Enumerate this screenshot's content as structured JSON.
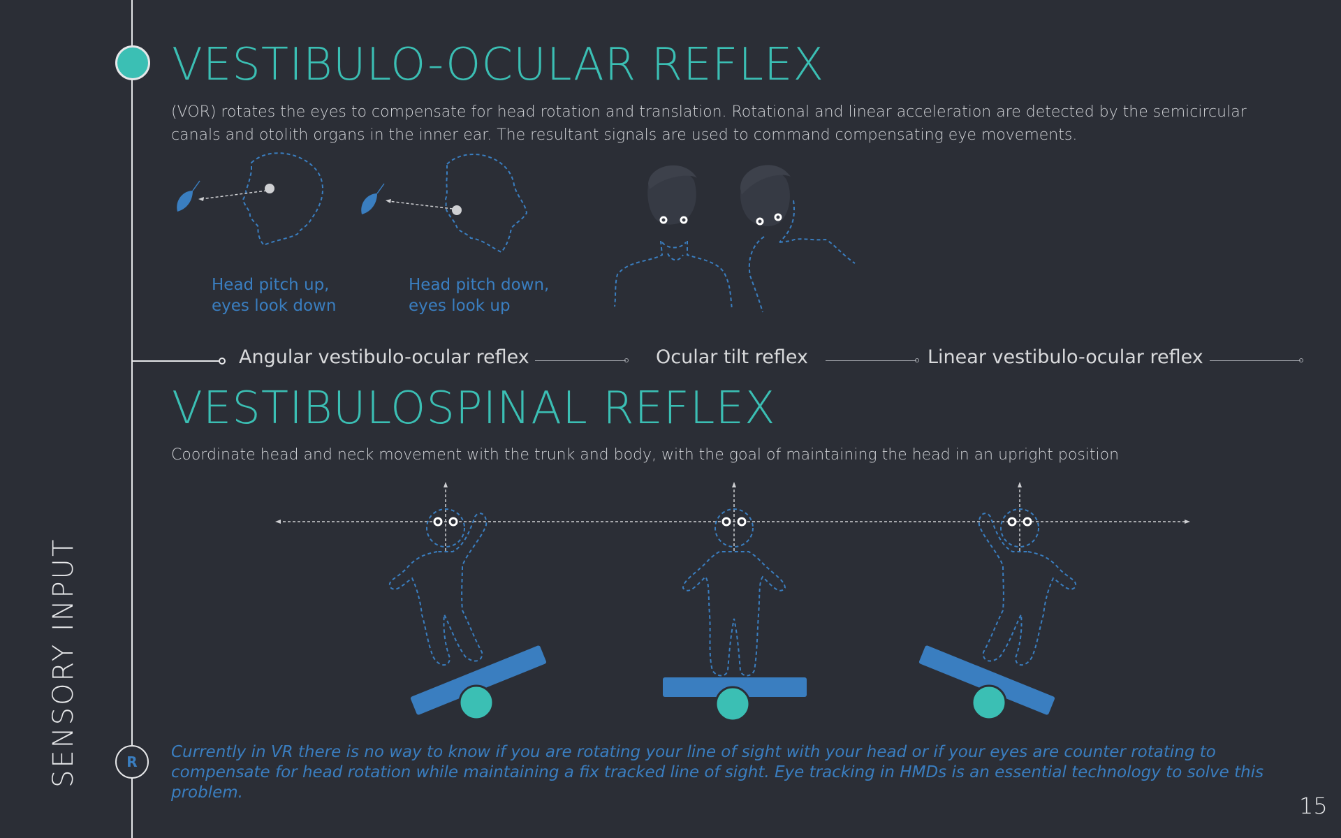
{
  "section_label": "SENSORY INPUT",
  "page_number": "15",
  "vor": {
    "title": "VESTIBULO-OCULAR REFLEX",
    "description": "(VOR) rotates the eyes to compensate for head rotation and translation. Rotational and linear acceleration are detected by the semicircular canals and otolith organs in the inner ear. The resultant signals are used to command compensating eye movements.",
    "captions": [
      {
        "line1": "Head pitch up,",
        "line2": "eyes look down"
      },
      {
        "line1": "Head pitch down,",
        "line2": "eyes look up"
      }
    ]
  },
  "reflex_types": [
    "Angular vestibulo-ocular reflex",
    "Ocular tilt reflex",
    "Linear vestibulo-ocular reflex"
  ],
  "vsr": {
    "title": "VESTIBULOSPINAL REFLEX",
    "description": "Coordinate head and neck movement with the trunk and body, with the goal of maintaining the head in an upright position"
  },
  "note_marker": "R",
  "note": "Currently in VR there is no way to know if you are rotating your line of sight with your head or if your eyes are counter rotating to compensate for head rotation while maintaining a fix tracked line of sight. Eye tracking in HMDs is an essential technology to solve this problem.",
  "colors": {
    "background": "#2b2e36",
    "accent_teal": "#3bbfb4",
    "accent_blue": "#3a7ec0",
    "text": "#d9dadc"
  }
}
